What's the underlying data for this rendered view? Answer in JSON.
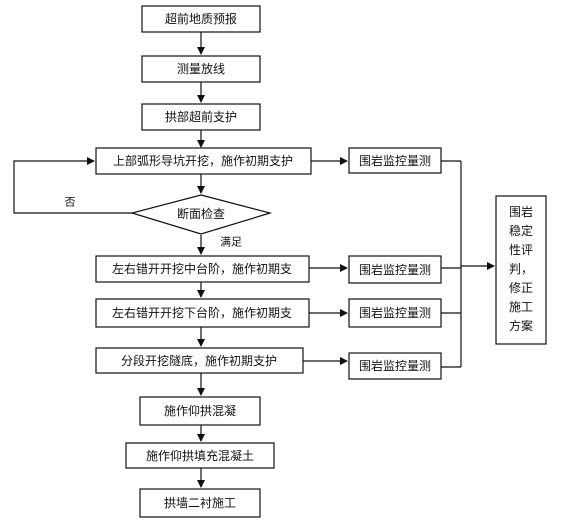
{
  "steps": {
    "s1": "超前地质预报",
    "s2": "测量放线",
    "s3": "拱部超前支护",
    "s4": "上部弧形导坑开挖，施作初期支护",
    "decision": "断面检查",
    "s5": "左右错开开挖中台阶，施作初期支",
    "s6": "左右错开开挖下台阶，施作初期支",
    "s7": "分段开挖隧底，施作初期支护",
    "s8": "施作仰拱混凝",
    "s9": "施作仰拱填充混凝土",
    "s10": "拱墙二衬施工"
  },
  "monitor": {
    "m1": "围岩监控量测",
    "m2": "围岩监控量测",
    "m3": "围岩监控量测",
    "m4": "围岩监控量测"
  },
  "result": {
    "lines": [
      "围岩",
      "稳定",
      "性评",
      "判，",
      "修正",
      "施工",
      "方案"
    ]
  },
  "labels": {
    "no": "否",
    "yes": "满足"
  }
}
